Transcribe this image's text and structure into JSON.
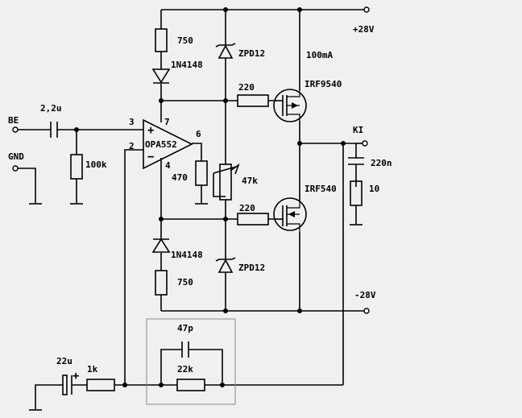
{
  "labels": {
    "v_pos": "+28V",
    "v_neg": "-28V",
    "current": "100mA",
    "input": "BE",
    "ground": "GND",
    "output": "KI",
    "c_in": "2,2u",
    "r_in": "100k",
    "r_750_top": "750",
    "d_top": "1N4148",
    "z_top": "ZPD12",
    "r_220_top": "220",
    "q_top": "IRF9540",
    "opamp": "OPA552",
    "pin3": "3",
    "pin2": "2",
    "pin7": "7",
    "pin6": "6",
    "pin4": "4",
    "plus": "+",
    "minus": "−",
    "r_470": "470",
    "pot": "47k",
    "r_220_bot": "220",
    "q_bot": "IRF540",
    "c_zobel": "220n",
    "r_zobel": "10",
    "d_bot": "1N4148",
    "z_bot": "ZPD12",
    "r_750_bot": "750",
    "c_fb": "47p",
    "r_fb": "22k",
    "c_gnd": "22u",
    "c_gnd_plus": "+",
    "r_1k": "1k"
  }
}
